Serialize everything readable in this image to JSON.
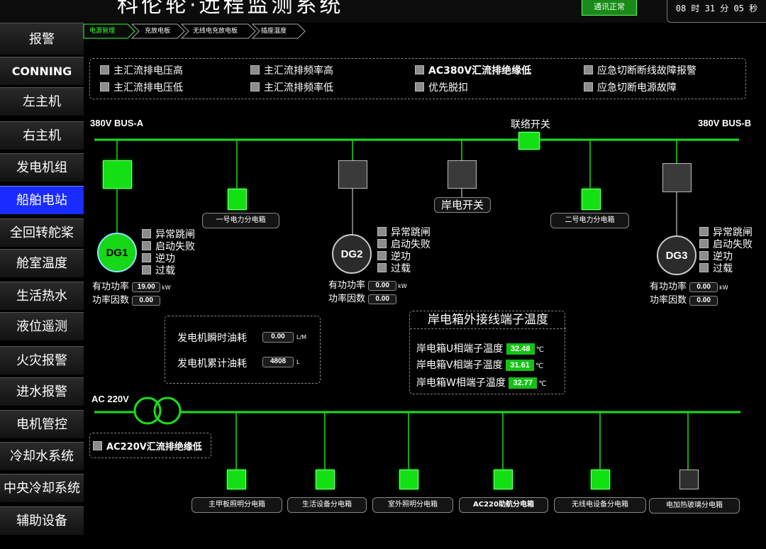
{
  "header": {
    "title": "科伦轮·远程监测系统",
    "comm_status": "通讯正常",
    "clock": "08 时 31 分 05 秒"
  },
  "sidebar": {
    "items": [
      {
        "label": "报警"
      },
      {
        "label": "CONNING"
      },
      {
        "label": "左主机"
      },
      {
        "label": "右主机"
      },
      {
        "label": "发电机组"
      },
      {
        "label": "船舶电站"
      },
      {
        "label": "全回转舵桨"
      },
      {
        "label": "舱室温度"
      },
      {
        "label": "生活热水"
      },
      {
        "label": "液位遥测"
      },
      {
        "label": "火灾报警"
      },
      {
        "label": "进水报警"
      },
      {
        "label": "电机管控"
      },
      {
        "label": "冷却水系统"
      },
      {
        "label": "中央冷却系统"
      },
      {
        "label": "辅助设备"
      }
    ]
  },
  "breadcrumb": [
    "电源管理",
    "充放电板",
    "无线电充放电板",
    "插座温度"
  ],
  "alarms": [
    "主汇流排电压高",
    "主汇流排频率高",
    "AC380V汇流排绝缘低",
    "应急切断断线故障报警",
    "主汇流排电压低",
    "主汇流排频率低",
    "优先脱扣",
    "应急切断电源故障"
  ],
  "bus": {
    "bus_a": "380V BUS-A",
    "bus_b": "380V BUS-B",
    "tie_switch": "联络开关",
    "ac220": "AC 220V",
    "ac220_alarm": "AC220V汇流排绝缘低"
  },
  "distribution": {
    "box1": "一号电力分电箱",
    "box2": "二号电力分电箱",
    "shore_switch": "岸电开关"
  },
  "gen_status_labels": [
    "异常跳闸",
    "启动失败",
    "逆功",
    "过载"
  ],
  "generators": [
    {
      "name": "DG1",
      "active_power": "19.00",
      "power_factor": "0.00"
    },
    {
      "name": "DG2",
      "active_power": "0.00",
      "power_factor": "0.00"
    },
    {
      "name": "DG3",
      "active_power": "0.00",
      "power_factor": "0.00"
    }
  ],
  "power_labels": {
    "active_power": "有功功率",
    "power_factor": "功率因数",
    "kw_unit": "kW"
  },
  "fuel": {
    "instant_label": "发电机瞬时油耗",
    "instant_value": "0.00",
    "instant_unit": "L/M",
    "total_label": "发电机累计油耗",
    "total_value": "4808",
    "total_unit": "L"
  },
  "shore_temp": {
    "title": "岸电箱外接线端子温度",
    "rows": [
      {
        "label": "岸电箱U相端子温度",
        "value": "32.48",
        "unit": "℃"
      },
      {
        "label": "岸电箱V相端子温度",
        "value": "31.61",
        "unit": "℃"
      },
      {
        "label": "岸电箱W相端子温度",
        "value": "32.77",
        "unit": "℃"
      }
    ]
  },
  "feeders": [
    "主甲板照明分电箱",
    "生活设备分电箱",
    "室外照明分电箱",
    "AC220助航分电箱",
    "无线电设备分电箱",
    "电加热玻璃分电箱"
  ],
  "colors": {
    "bus_line": "#18e018",
    "breaker_on": "#12e012",
    "nav_active": "#1a2bff"
  }
}
